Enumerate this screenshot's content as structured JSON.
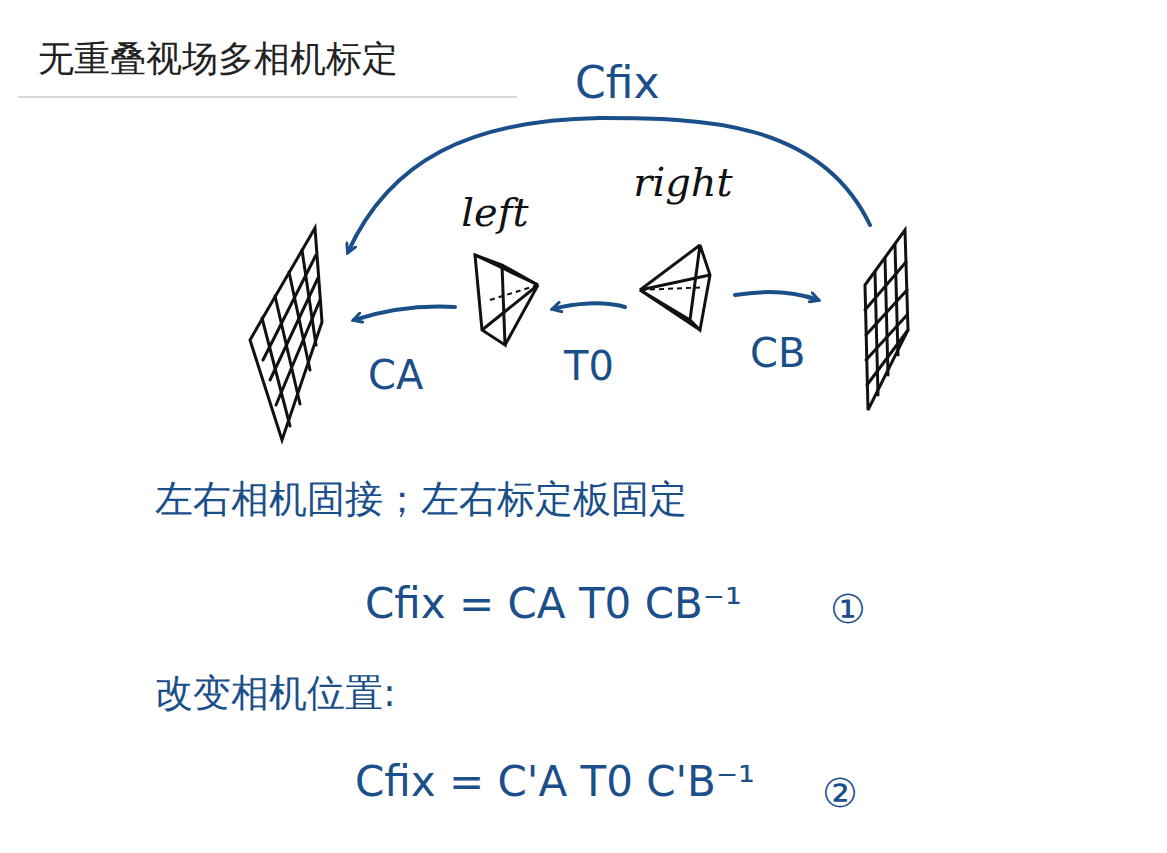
{
  "diagram": {
    "title": "无重叠视场多相机标定",
    "nodes": [
      {
        "text": [
          "left"
        ]
      },
      {
        "text": [
          "right"
        ]
      }
    ],
    "edges": [
      {
        "from": 1,
        "to": 0,
        "arrow": "to",
        "label": "T0"
      }
    ],
    "labels": [
      "Cfix",
      "CA",
      "CB",
      "左右相机固接；左右标定板固定",
      "Cfix = CA T0 CB⁻¹",
      "①",
      "改变相机位置:",
      "Cfix = C'A T0 C'B⁻¹",
      "②"
    ]
  }
}
